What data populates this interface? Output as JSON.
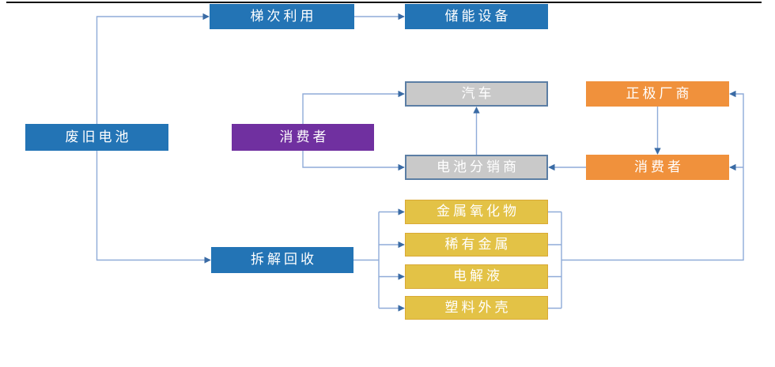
{
  "diagram": {
    "background": "#ffffff",
    "top_rule_color": "#0a0a0a",
    "palette": {
      "blue": "#2374B5",
      "purple": "#7030A0",
      "orange": "#F0913C",
      "yellow": "#E3C246",
      "gray_fill": "#C9C9C9",
      "gray_border": "#5B7EA4",
      "connector_line": "#8FABD8",
      "connector_arrow": "#3A6BA5",
      "text": "#ffffff"
    },
    "nodes": {
      "waste_battery": {
        "label": "废旧电池",
        "fill": "#2374B5"
      },
      "cascade_utilization": {
        "label": "梯次利用",
        "fill": "#2374B5"
      },
      "energy_storage_equipment": {
        "label": "储能设备",
        "fill": "#2374B5"
      },
      "consumer_mid": {
        "label": "消费者",
        "fill": "#7030A0"
      },
      "automobile": {
        "label": "汽车",
        "fill": "#C9C9C9"
      },
      "cathode_manufacturer": {
        "label": "正极厂商",
        "fill": "#F0913C"
      },
      "battery_distributor": {
        "label": "电池分销商",
        "fill": "#C9C9C9"
      },
      "consumer_right": {
        "label": "消费者",
        "fill": "#F0913C"
      },
      "dismantling_recycling": {
        "label": "拆解回收",
        "fill": "#2374B5"
      },
      "metal_oxides": {
        "label": "金属氧化物",
        "fill": "#E3C246"
      },
      "rare_metals": {
        "label": "稀有金属",
        "fill": "#E3C246"
      },
      "electrolyte": {
        "label": "电解液",
        "fill": "#E3C246"
      },
      "plastic_shell": {
        "label": "塑料外壳",
        "fill": "#E3C246"
      }
    }
  }
}
